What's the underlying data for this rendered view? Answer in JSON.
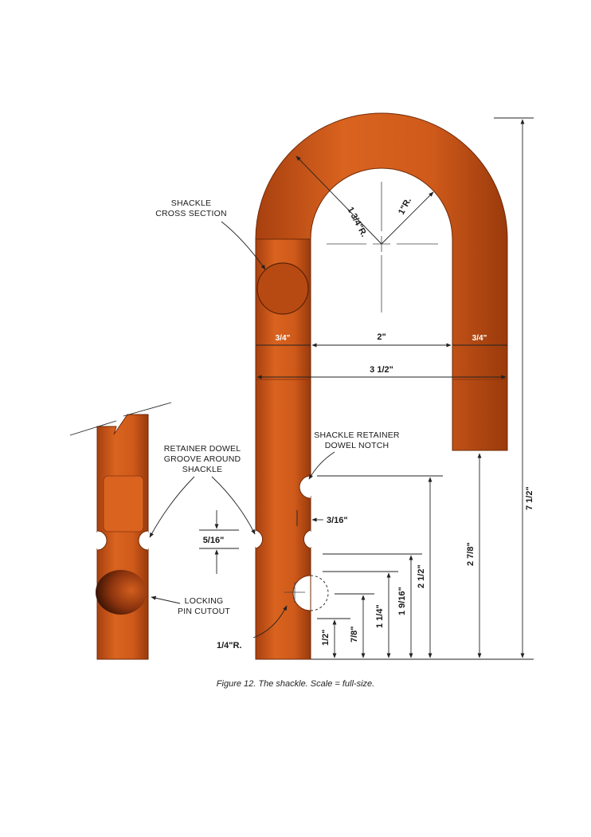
{
  "caption": "Figure 12. The shackle. Scale = full-size.",
  "labels": {
    "cross_section_1": "SHACKLE",
    "cross_section_2": "CROSS SECTION",
    "groove_1": "RETAINER DOWEL",
    "groove_2": "GROOVE AROUND",
    "groove_3": "SHACKLE",
    "notch_1": "SHACKLE RETAINER",
    "notch_2": "DOWEL NOTCH",
    "pin_1": "LOCKING",
    "pin_2": "PIN CUTOUT"
  },
  "dimensions": {
    "leg_width": "3/4\"",
    "inner_width": "2\"",
    "outer_width": "3 1/2\"",
    "outer_radius": "1 3/4\"R.",
    "inner_radius": "1\"R.",
    "notch_depth": "3/16\"",
    "groove_width": "5/16\"",
    "overall_height": "7 1/2\"",
    "short_leg_gap": "2 7/8\"",
    "notch_height": "2 1/2\"",
    "groove_height": "1 9/16\"",
    "pin_top": "1 1/4\"",
    "pin_center": "7/8\"",
    "pin_bottom": "1/2\"",
    "pin_radius": "1/4\"R."
  },
  "colors": {
    "shackle": "#d9631f",
    "shackle_shadow": "#9a3a0c",
    "line": "#222222"
  }
}
